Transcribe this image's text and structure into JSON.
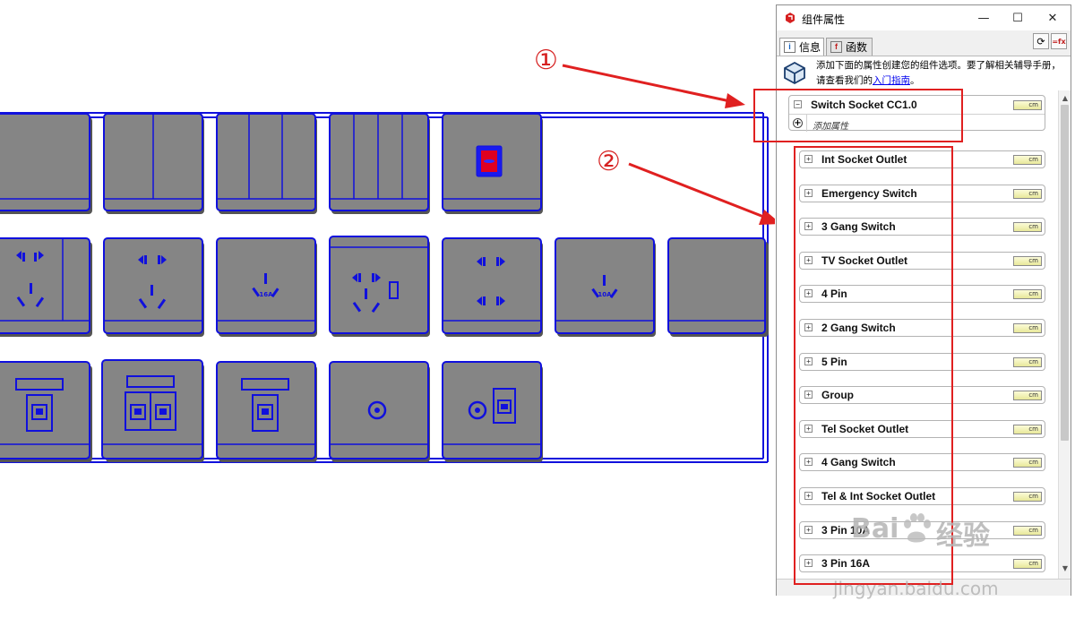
{
  "window": {
    "title": "组件属性",
    "minimize_glyph": "—",
    "maximize_glyph": "☐",
    "close_glyph": "✕"
  },
  "tabs": [
    {
      "label": "信息",
      "icon": "info-icon"
    },
    {
      "label": "函数",
      "icon": "function-icon"
    }
  ],
  "toolbar": {
    "refresh_icon": "refresh-icon",
    "toggle_formula_icon": "formula-toggle-icon",
    "refresh_glyph": "⟳",
    "formula_glyph": "=fx"
  },
  "info": {
    "text_before_link": "添加下面的属性创建您的组件选项。要了解相关辅导手册，请查看我们的",
    "link_text": "入门指南",
    "text_after_link": "。"
  },
  "component": {
    "name": "Switch Socket CC1.0",
    "add_attribute_label": "添加属性",
    "unit": "cm"
  },
  "subcomponents": [
    {
      "name": "Int Socket Outlet",
      "unit": "cm"
    },
    {
      "name": "Emergency Switch",
      "unit": "cm"
    },
    {
      "name": "3 Gang Switch",
      "unit": "cm"
    },
    {
      "name": "TV Socket Outlet",
      "unit": "cm"
    },
    {
      "name": "4 Pin",
      "unit": "cm"
    },
    {
      "name": "2 Gang Switch",
      "unit": "cm"
    },
    {
      "name": "5 Pin",
      "unit": "cm"
    },
    {
      "name": "Group",
      "unit": "cm"
    },
    {
      "name": "Tel Socket Outlet",
      "unit": "cm"
    },
    {
      "name": "4 Gang Switch",
      "unit": "cm"
    },
    {
      "name": "Tel & Int Socket Outlet",
      "unit": "cm"
    },
    {
      "name": "3 Pin 10A",
      "unit": "cm"
    },
    {
      "name": "3 Pin 16A",
      "unit": "cm"
    }
  ],
  "viewport": {
    "socket_fill": "#858585",
    "outline_color": "#1010dd",
    "accent_red": "#e00020",
    "label_16a": "16A",
    "label_10a": "10A"
  },
  "annotations": [
    {
      "number": "①"
    },
    {
      "number": "②"
    }
  ],
  "colors": {
    "annotation_red": "#e02020",
    "link_blue": "#0000ee"
  },
  "watermark": {
    "brand_text": "Bai",
    "brand_suffix": "经验",
    "url": "jingyan.baidu.com"
  }
}
